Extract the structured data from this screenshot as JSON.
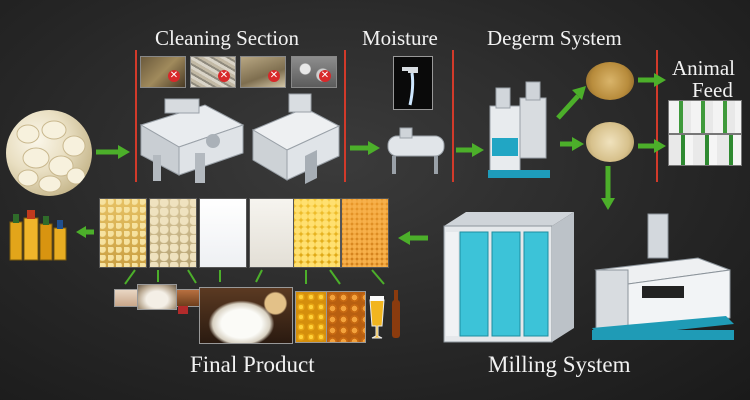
{
  "sections": {
    "cleaning": "Cleaning Section",
    "moisture": "Moisture",
    "degerm": "Degerm System",
    "animal_feed_1": "Animal",
    "animal_feed_2": "Feed",
    "milling": "Milling System",
    "final_product": "Final Product"
  },
  "colors": {
    "divider": "#d23a2a",
    "arrow": "#4caf2a",
    "background": "#262626",
    "text": "#f2f2f2"
  }
}
